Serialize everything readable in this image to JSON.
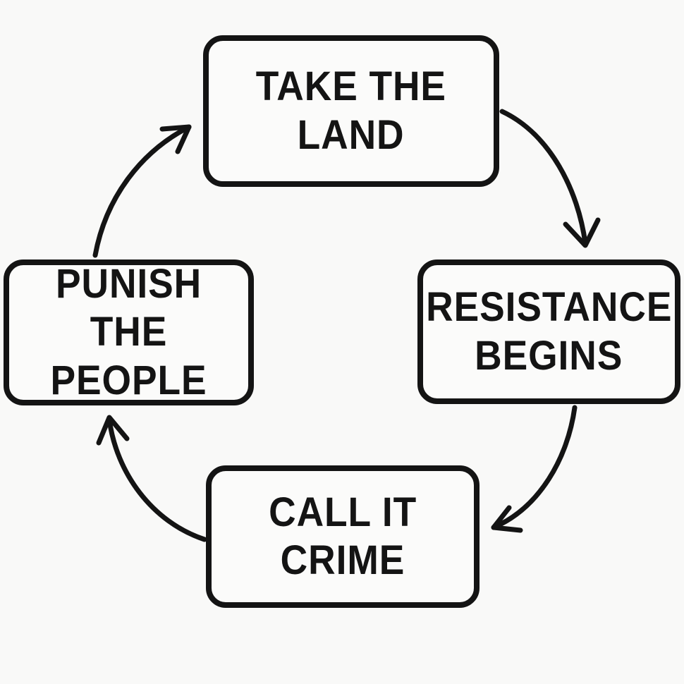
{
  "colors": {
    "ink": "#141414",
    "background": "#f9f9f8"
  },
  "steps": [
    {
      "line1": "TAKE THE",
      "line2": "LAND"
    },
    {
      "line1": "RESISTANCE",
      "line2": "BEGINS"
    },
    {
      "line1": "CALL IT",
      "line2": "CRIME"
    },
    {
      "line1": "PUNISH",
      "line2": "THE PEOPLE"
    }
  ]
}
